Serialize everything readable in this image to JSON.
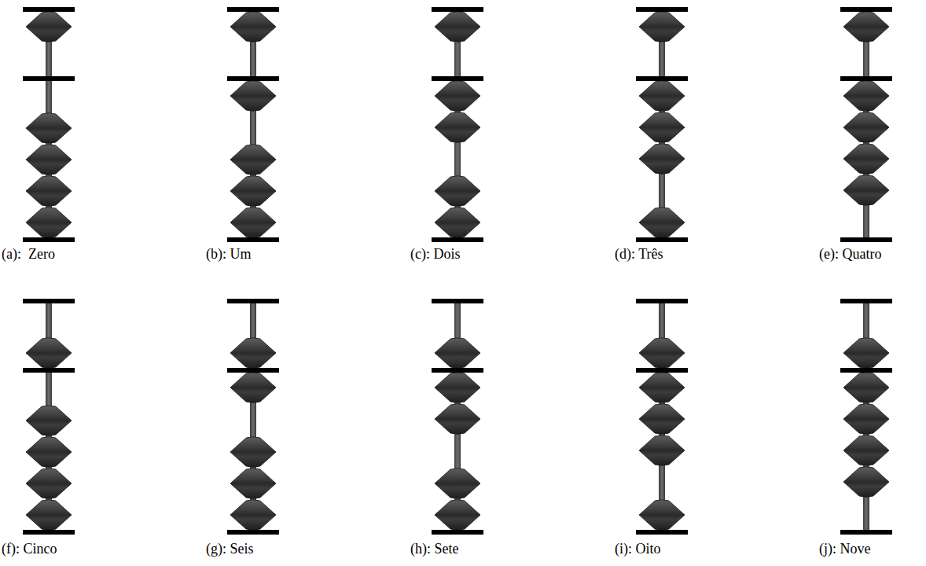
{
  "diagram": {
    "labels": [
      "(a):  Zero",
      "(b): Um",
      "(c): Dois",
      "(d): Três",
      "(e): Quatro",
      "(f): Cinco",
      "(g): Seis",
      "(h): Sete",
      "(i): Oito",
      "(j): Nove"
    ]
  }
}
